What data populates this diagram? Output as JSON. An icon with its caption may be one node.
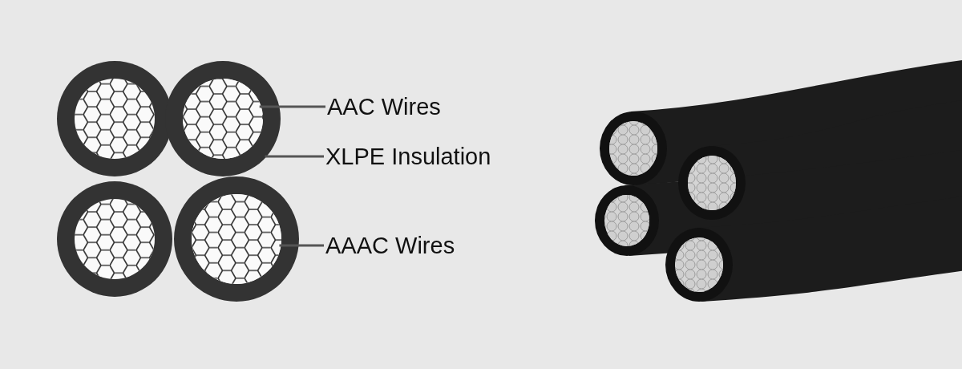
{
  "diagram": {
    "nodes": [
      {
        "text": [],
        "shape": "circle"
      },
      {
        "text": [],
        "shape": "circle"
      },
      {
        "text": [],
        "shape": "circle"
      },
      {
        "text": [],
        "shape": "circle"
      },
      {
        "text": [],
        "shape": "circle",
        "in": 1
      },
      {
        "text": [],
        "shape": "circle",
        "in": 3
      },
      {
        "text": [
          "AAC Wires"
        ]
      },
      {
        "text": [
          "XLPE Insulation"
        ]
      },
      {
        "text": [
          "AAAC Wires"
        ]
      }
    ],
    "edges": [
      {
        "from": 6,
        "to": 4,
        "arrow": "none"
      },
      {
        "from": 7,
        "to": 1,
        "arrow": "none"
      },
      {
        "from": 8,
        "to": 5,
        "arrow": "none"
      }
    ]
  }
}
